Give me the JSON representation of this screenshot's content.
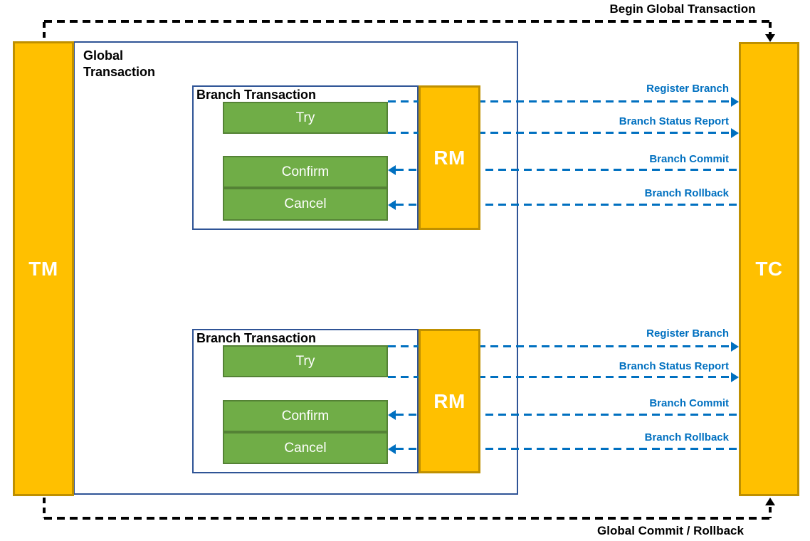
{
  "nodes": {
    "tm": "TM",
    "tc": "TC",
    "global_transaction": "Global Transaction"
  },
  "flows": {
    "begin": "Begin Global Transaction",
    "commit": "Global Commit / Rollback"
  },
  "branches": [
    {
      "title": "Branch Transaction",
      "rm": "RM",
      "phases": {
        "try": "Try",
        "confirm": "Confirm",
        "cancel": "Cancel"
      },
      "messages": {
        "register": "Register Branch",
        "status": "Branch Status Report",
        "commit": "Branch Commit",
        "rollback": "Branch Rollback"
      }
    },
    {
      "title": "Branch Transaction",
      "rm": "RM",
      "phases": {
        "try": "Try",
        "confirm": "Confirm",
        "cancel": "Cancel"
      },
      "messages": {
        "register": "Register Branch",
        "status": "Branch Status Report",
        "commit": "Branch Commit",
        "rollback": "Branch Rollback"
      }
    }
  ],
  "colors": {
    "node_fill": "#FFC000",
    "node_border": "#BF9000",
    "phase_fill": "#70AD47",
    "phase_border": "#548235",
    "container_border": "#2F5496",
    "message_blue": "#0070C0",
    "flow_black": "#000000"
  }
}
